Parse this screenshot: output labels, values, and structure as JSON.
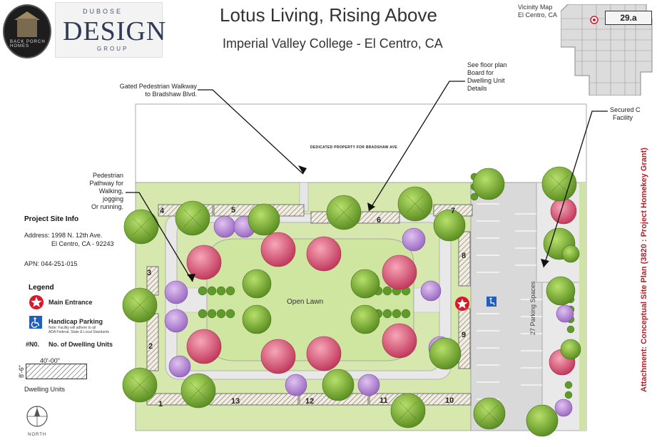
{
  "header": {
    "title": "Lotus Living, Rising Above",
    "subtitle": "Imperial Valley College - El Centro, CA"
  },
  "logos": {
    "back_porch": "BACK PORCH HOMES",
    "dubose_top": "DUBOSE",
    "dubose_main": "DESIGN",
    "dubose_bottom": "GROUP"
  },
  "vicinity": {
    "label_line1": "Vicinity Map",
    "label_line2": "El Centro, CA",
    "sheet_number": "29.a"
  },
  "side_note": "Attachment: Conceptual Site Plan  (3820 : Project Homekey Grant)",
  "site_info": {
    "heading": "Project Site Info",
    "address_line1": "Address: 1998 N. 12th Ave.",
    "address_line2": "El Centro, CA - 92243",
    "apn": "APN: 044-251-015"
  },
  "legend": {
    "heading": "Legend",
    "main_entrance": "Main Entrance",
    "handicap": "Handicap Parking",
    "handicap_note1": "Note: Facility will adhere to all",
    "handicap_note2": "ADA Federal, State & Local Standards",
    "units_key": "#N0.",
    "units_label": "No. of Dwelling Units",
    "unit_dim_w": "40'-00\"",
    "unit_dim_h": "8'-6\"",
    "unit_caption": "Dwelling Units"
  },
  "north_label": "NORTH",
  "callouts": {
    "gated_line1": "Gated Pedestrian Walkway",
    "gated_line2": "to Bradshaw Blvd.",
    "floor_line1": "See floor plan",
    "floor_line2": "Board for",
    "floor_line3": "Dwelling Unit",
    "floor_line4": "Details",
    "path_line1": "Pedestrian",
    "path_line2": "Pathway for",
    "path_line3": "Walking, jogging",
    "path_line4": "Or running.",
    "secured_line1": "Secured C",
    "secured_line2": "Facility"
  },
  "plan": {
    "dedicated": "DEDICATED PROPERTY FOR BRADSHAW AVE",
    "open_lawn": "Open Lawn",
    "parking": "27 Parking Spaces",
    "units": [
      "1",
      "2",
      "3",
      "4",
      "5",
      "6",
      "7",
      "8",
      "9",
      "10",
      "11",
      "12",
      "13"
    ]
  },
  "colors": {
    "lawn": "#cfe3a6",
    "tree_green": "#8cc63f",
    "tree_pink": "#e05a7a",
    "tree_purple": "#b98ad6",
    "accent_red": "#d7192b",
    "ada_blue": "#1e5fbf"
  }
}
